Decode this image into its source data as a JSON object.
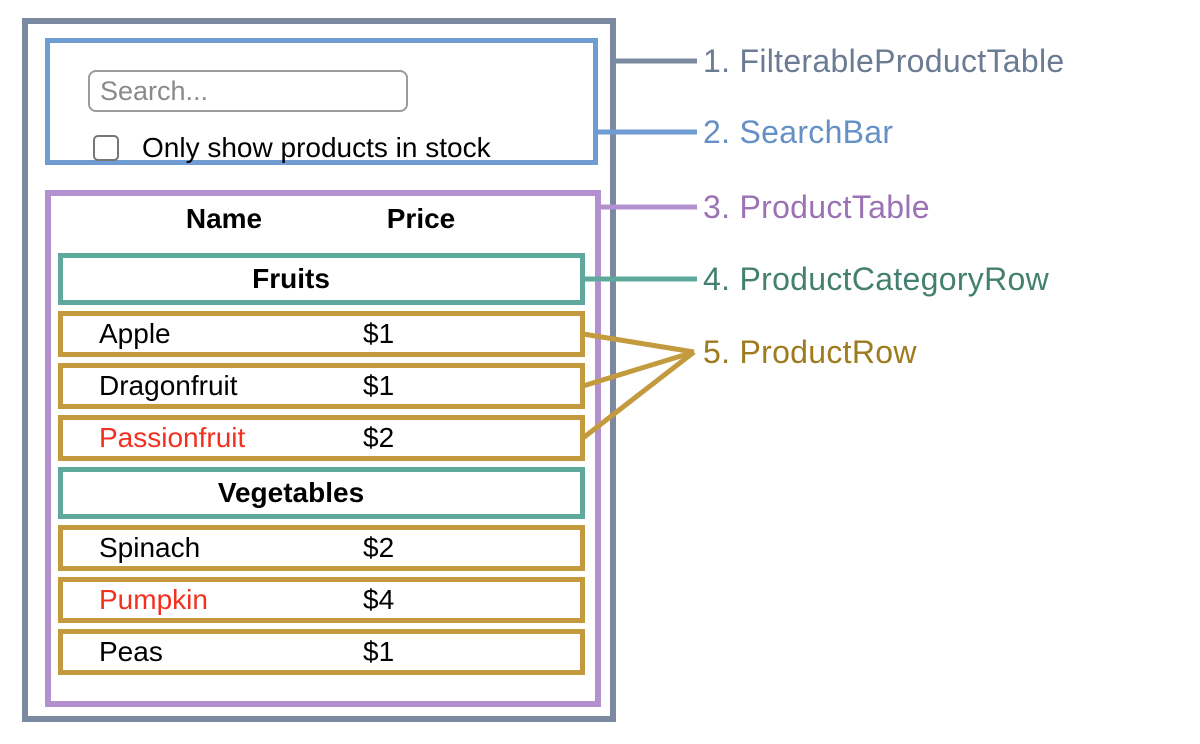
{
  "colors": {
    "grayBorder": "#7a89a0",
    "grayText": "#6b7b93",
    "blueBorder": "#6e9cd3",
    "blueText": "#6590c6",
    "purpleBorder": "#b391cf",
    "purpleText": "#9b72b4",
    "tealBorder": "#5fa99c",
    "tealText": "#44806f",
    "goldBorder": "#c49a3f",
    "goldText": "#9f7b20",
    "red": "#f3301f"
  },
  "search_bar": {
    "placeholder": "Search...",
    "checkbox_label": "Only show products in stock",
    "checkbox_checked": false
  },
  "table": {
    "headers": [
      "Name",
      "Price"
    ],
    "sections": [
      {
        "category": "Fruits",
        "rows": [
          {
            "name": "Apple",
            "price": "$1",
            "stocked": true
          },
          {
            "name": "Dragonfruit",
            "price": "$1",
            "stocked": true
          },
          {
            "name": "Passionfruit",
            "price": "$2",
            "stocked": false
          }
        ]
      },
      {
        "category": "Vegetables",
        "rows": [
          {
            "name": "Spinach",
            "price": "$2",
            "stocked": true
          },
          {
            "name": "Pumpkin",
            "price": "$4",
            "stocked": false
          },
          {
            "name": "Peas",
            "price": "$1",
            "stocked": true
          }
        ]
      }
    ]
  },
  "annotations": {
    "items": [
      {
        "label": "1. FilterableProductTable",
        "color_key": "grayText"
      },
      {
        "label": "2. SearchBar",
        "color_key": "blueText"
      },
      {
        "label": "3. ProductTable",
        "color_key": "purpleText"
      },
      {
        "label": "4. ProductCategoryRow",
        "color_key": "tealText"
      },
      {
        "label": "5. ProductRow",
        "color_key": "goldText"
      }
    ]
  }
}
